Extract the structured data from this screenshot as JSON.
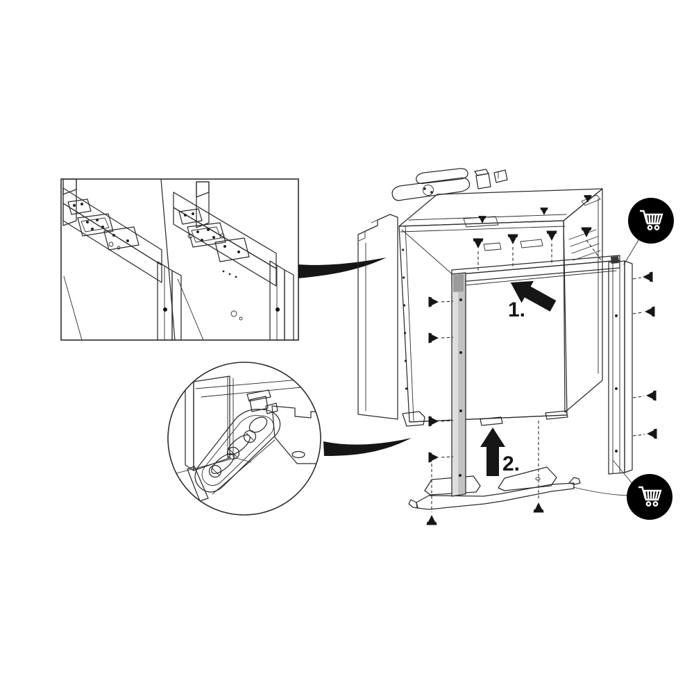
{
  "figure": {
    "kind": "appliance-installation-diagram",
    "steps": [
      {
        "label": "1."
      },
      {
        "label": "2."
      }
    ],
    "icons": {
      "cart_top": "shopping-cart-icon",
      "cart_bottom": "shopping-cart-icon"
    },
    "callouts": [
      {
        "name": "top-mounting-rail-detail",
        "shape": "rectangle"
      },
      {
        "name": "bottom-bracket-slots-detail",
        "shape": "circle"
      }
    ],
    "colors": {
      "background": "#ffffff",
      "line": "#2b2b2b",
      "metal_gray": "#c9c9c9",
      "metal_light": "#e3e3e3",
      "arrow_black": "#161616",
      "icon_bg": "#000000",
      "icon_fg": "#ffffff"
    }
  }
}
